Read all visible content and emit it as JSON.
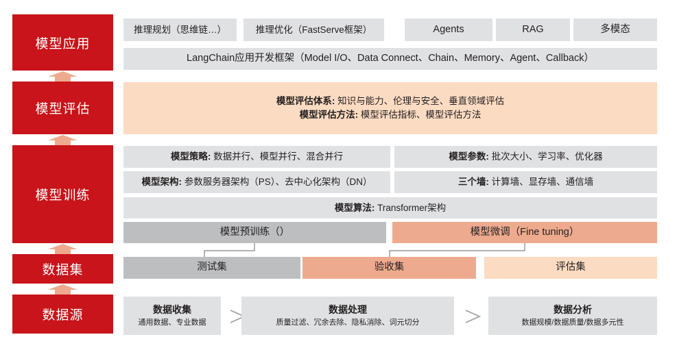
{
  "stages": [
    {
      "id": "model-application",
      "label": "模型应用"
    },
    {
      "id": "model-evaluation",
      "label": "模型评估"
    },
    {
      "id": "model-training",
      "label": "模型训练"
    },
    {
      "id": "dataset",
      "label": "数据集"
    },
    {
      "id": "data-source",
      "label": "数据源"
    }
  ],
  "application": {
    "chips": [
      {
        "label": "推理规划（思维链…）"
      },
      {
        "label": "推理优化（FastServe框架）"
      },
      {
        "label": "Agents"
      },
      {
        "label": "RAG"
      },
      {
        "label": "多模态"
      }
    ],
    "framework": "LangChain应用开发框架（Model I/O、Data Connect、Chain、Memory、Agent、Callback）"
  },
  "evaluation": {
    "line1_label": "模型评估体系:",
    "line1_value": "知识与能力、伦理与安全、垂直领域评估",
    "line2_label": "模型评估方法:",
    "line2_value": "模型评估指标、模型评估方法"
  },
  "training": {
    "strategy_label": "模型策略:",
    "strategy_value": "数据并行、模型并行、混合并行",
    "params_label": "模型参数:",
    "params_value": "批次大小、学习率、优化器",
    "architecture_label": "模型架构:",
    "architecture_value": "参数服务器架构（PS）、去中心化架构（DN）",
    "walls_label": "三个墙:",
    "walls_value": "计算墙、显存墙、通信墙",
    "algorithm_label": "模型算法:",
    "algorithm_value": "Transformer架构",
    "pretrain": "模型预训练（）",
    "finetune": "模型微调（Fine tuning）"
  },
  "dataset": {
    "items": [
      {
        "label": "测试集",
        "tone": "gray2"
      },
      {
        "label": "验收集",
        "tone": "salmon"
      },
      {
        "label": "评估集",
        "tone": "peach"
      }
    ]
  },
  "datasource": {
    "steps": [
      {
        "title": "数据收集",
        "sub": "通用数据、专业数据"
      },
      {
        "title": "数据处理",
        "sub": "质量过滤、冗余去除、隐私消除、词元切分"
      },
      {
        "title": "数据分析",
        "sub": "数据规模/数据质量/数据多元性"
      }
    ],
    "arrow_icon": "chevron-right-icon"
  },
  "colors": {
    "brand_red": "#c8141a",
    "arrow_peach": "#eeaa8e",
    "gray": "#e0e1e3",
    "gray_dark": "#bcbec0",
    "peach": "#fbdbc2",
    "salmon": "#eeaa8e",
    "connector": "#808285"
  }
}
